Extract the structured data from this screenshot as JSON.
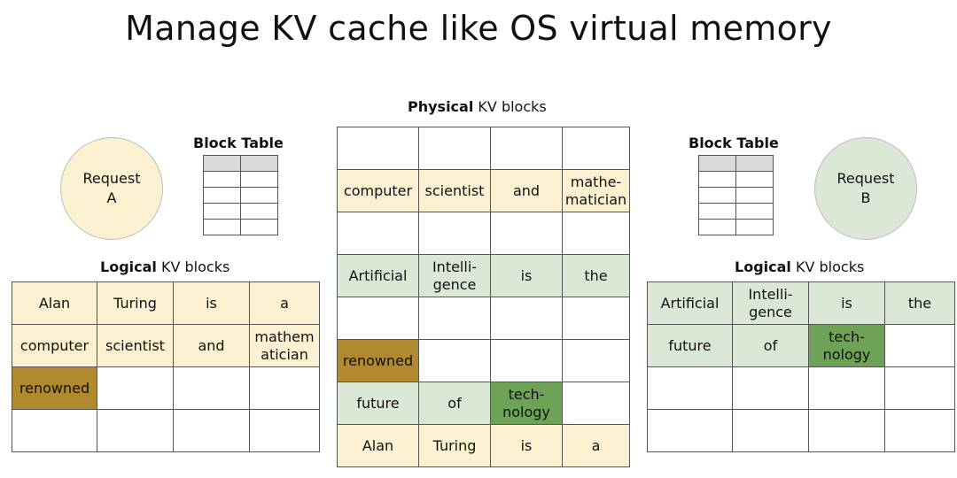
{
  "title": "Manage KV cache like OS virtual memory",
  "colors": {
    "cream": "#fbf0d0",
    "gold": "#b28a2e",
    "sage": "#dce8d6",
    "green": "#6ea257",
    "request_a": "#fbf0d0",
    "request_b": "#dce8d6"
  },
  "request_a": {
    "label": "Request\nA"
  },
  "request_b": {
    "label": "Request\nB"
  },
  "block_table_a": {
    "title": "Block Table"
  },
  "block_table_b": {
    "title": "Block Table"
  },
  "physical": {
    "heading_bold": "Physical",
    "heading_rest": " KV blocks",
    "rows": [
      [
        {
          "t": "",
          "c": "white"
        },
        {
          "t": "",
          "c": "white"
        },
        {
          "t": "",
          "c": "white"
        },
        {
          "t": "",
          "c": "white"
        }
      ],
      [
        {
          "t": "computer",
          "c": "cream"
        },
        {
          "t": "scientist",
          "c": "cream"
        },
        {
          "t": "and",
          "c": "cream"
        },
        {
          "t": "mathe-\nmatician",
          "c": "cream"
        }
      ],
      [
        {
          "t": "",
          "c": "white"
        },
        {
          "t": "",
          "c": "white"
        },
        {
          "t": "",
          "c": "white"
        },
        {
          "t": "",
          "c": "white"
        }
      ],
      [
        {
          "t": "Artificial",
          "c": "sage"
        },
        {
          "t": "Intelli-\ngence",
          "c": "sage"
        },
        {
          "t": "is",
          "c": "sage"
        },
        {
          "t": "the",
          "c": "sage"
        }
      ],
      [
        {
          "t": "",
          "c": "white"
        },
        {
          "t": "",
          "c": "white"
        },
        {
          "t": "",
          "c": "white"
        },
        {
          "t": "",
          "c": "white"
        }
      ],
      [
        {
          "t": "renowned",
          "c": "gold"
        },
        {
          "t": "",
          "c": "white"
        },
        {
          "t": "",
          "c": "white"
        },
        {
          "t": "",
          "c": "white"
        }
      ],
      [
        {
          "t": "future",
          "c": "sage"
        },
        {
          "t": "of",
          "c": "sage"
        },
        {
          "t": "tech-\nnology",
          "c": "green"
        },
        {
          "t": "",
          "c": "white"
        }
      ],
      [
        {
          "t": "Alan",
          "c": "cream"
        },
        {
          "t": "Turing",
          "c": "cream"
        },
        {
          "t": "is",
          "c": "cream"
        },
        {
          "t": "a",
          "c": "cream"
        }
      ]
    ]
  },
  "logical_a": {
    "heading_bold": "Logical",
    "heading_rest": " KV blocks",
    "rows": [
      [
        {
          "t": "Alan",
          "c": "cream"
        },
        {
          "t": "Turing",
          "c": "cream"
        },
        {
          "t": "is",
          "c": "cream"
        },
        {
          "t": "a",
          "c": "cream"
        }
      ],
      [
        {
          "t": "computer",
          "c": "cream"
        },
        {
          "t": "scientist",
          "c": "cream"
        },
        {
          "t": "and",
          "c": "cream"
        },
        {
          "t": "mathem\natician",
          "c": "cream"
        }
      ],
      [
        {
          "t": "renowned",
          "c": "gold"
        },
        {
          "t": "",
          "c": "white"
        },
        {
          "t": "",
          "c": "white"
        },
        {
          "t": "",
          "c": "white"
        }
      ],
      [
        {
          "t": "",
          "c": "white"
        },
        {
          "t": "",
          "c": "white"
        },
        {
          "t": "",
          "c": "white"
        },
        {
          "t": "",
          "c": "white"
        }
      ]
    ]
  },
  "logical_b": {
    "heading_bold": "Logical",
    "heading_rest": " KV blocks",
    "rows": [
      [
        {
          "t": "Artificial",
          "c": "sage"
        },
        {
          "t": "Intelli-\ngence",
          "c": "sage"
        },
        {
          "t": "is",
          "c": "sage"
        },
        {
          "t": "the",
          "c": "sage"
        }
      ],
      [
        {
          "t": "future",
          "c": "sage"
        },
        {
          "t": "of",
          "c": "sage"
        },
        {
          "t": "tech-\nnology",
          "c": "green"
        },
        {
          "t": "",
          "c": "white"
        }
      ],
      [
        {
          "t": "",
          "c": "white"
        },
        {
          "t": "",
          "c": "white"
        },
        {
          "t": "",
          "c": "white"
        },
        {
          "t": "",
          "c": "white"
        }
      ],
      [
        {
          "t": "",
          "c": "white"
        },
        {
          "t": "",
          "c": "white"
        },
        {
          "t": "",
          "c": "white"
        },
        {
          "t": "",
          "c": "white"
        }
      ]
    ]
  }
}
